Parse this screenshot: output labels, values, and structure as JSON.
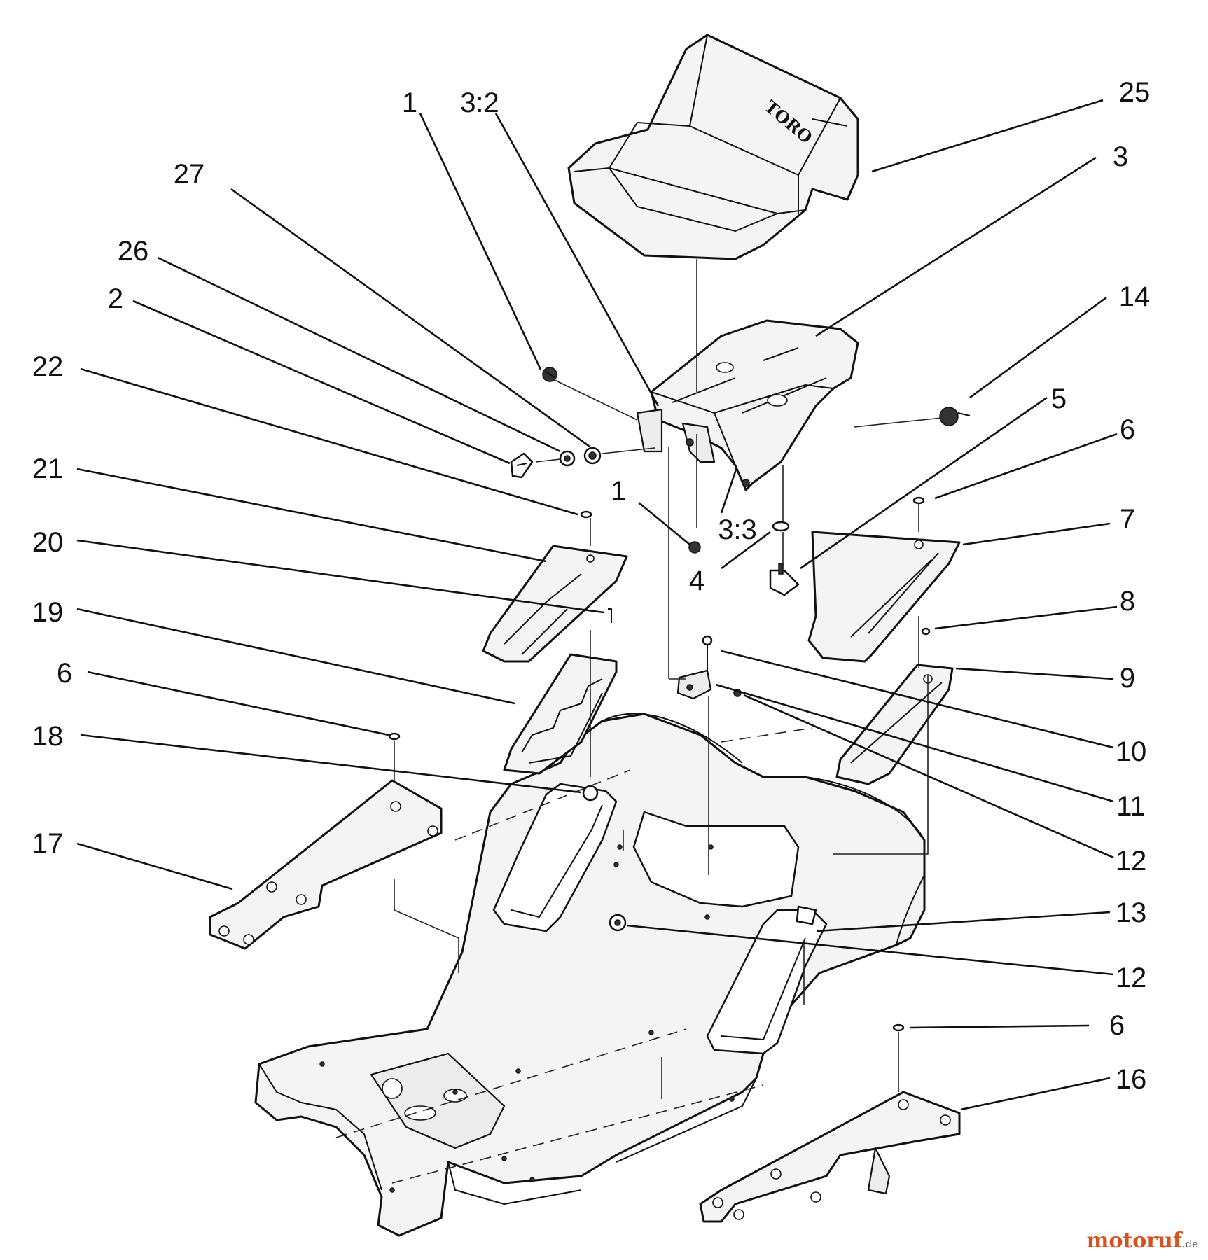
{
  "diagram": {
    "brand_mark": "TORO",
    "callouts": {
      "c25": "25",
      "c3": "3",
      "c14": "14",
      "c5": "5",
      "c6a": "6",
      "c7": "7",
      "c8": "8",
      "c9": "9",
      "c10": "10",
      "c11": "11",
      "c12a": "12",
      "c13": "13",
      "c12b": "12",
      "c6b": "6",
      "c16": "16",
      "c1a": "1",
      "c32": "3:2",
      "c27": "27",
      "c26": "26",
      "c2": "2",
      "c22": "22",
      "c21": "21",
      "c20": "20",
      "c19": "19",
      "c6c": "6",
      "c18": "18",
      "c17": "17",
      "c1b": "1",
      "c33": "3:3",
      "c4": "4"
    }
  },
  "watermark": {
    "main": "motoruf",
    "suffix": ".de"
  }
}
